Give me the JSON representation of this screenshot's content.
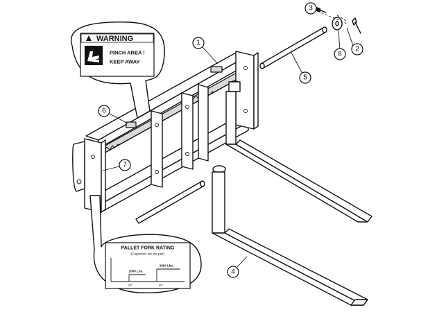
{
  "callouts": [
    {
      "id": "1",
      "label": "1"
    },
    {
      "id": "2",
      "label": "2"
    },
    {
      "id": "3",
      "label": "3"
    },
    {
      "id": "4",
      "label": "4"
    },
    {
      "id": "5",
      "label": "5"
    },
    {
      "id": "6",
      "label": "6"
    },
    {
      "id": "7",
      "label": "7"
    },
    {
      "id": "8",
      "label": "8"
    }
  ],
  "warning_decal": {
    "title": "WARNING",
    "line1": "PINCH AREA !",
    "line2": "KEEP AWAY"
  },
  "rating_decal": {
    "title": "PALLET FORK RATING",
    "subtitle": "(Capacities are per pair)",
    "value1": "2000 Lbs.",
    "value2": "2800 Lbs.",
    "dim1": "24\"",
    "dim2": "40\""
  }
}
